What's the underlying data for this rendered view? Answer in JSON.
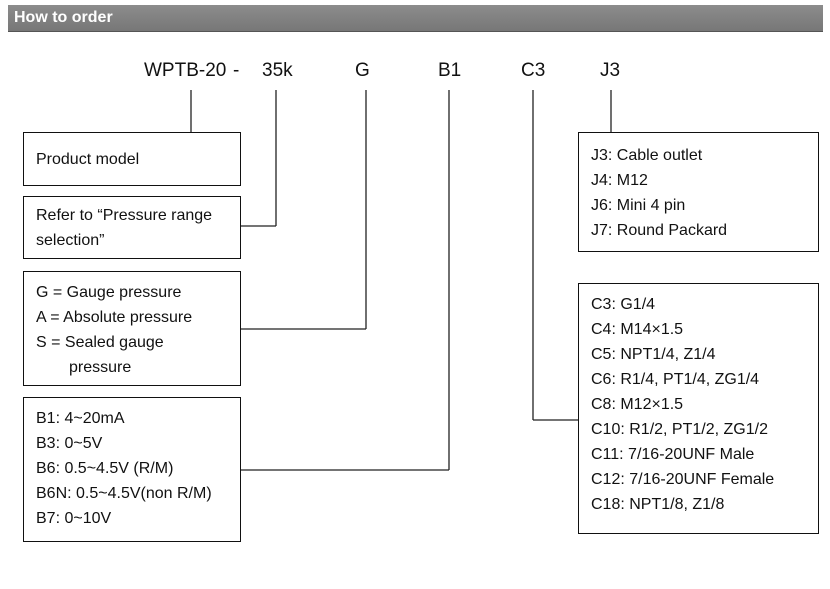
{
  "header": {
    "title": "How to order"
  },
  "code": {
    "model": "WPTB-20",
    "dash": "-",
    "range": "35k",
    "pressure_type": "G",
    "output": "B1",
    "connection": "C3",
    "electrical": "J3"
  },
  "boxes": {
    "product_model": {
      "lines": [
        "Product model"
      ]
    },
    "range_ref": {
      "lines": [
        "Refer to “Pressure range",
        "selection”"
      ]
    },
    "pressure_type": {
      "lines": [
        "G = Gauge pressure",
        "A = Absolute pressure",
        "S = Sealed gauge",
        "pressure"
      ]
    },
    "output": {
      "lines": [
        "B1: 4~20mA",
        "B3: 0~5V",
        "B6: 0.5~4.5V (R/M)",
        "B6N: 0.5~4.5V(non R/M)",
        "B7: 0~10V"
      ]
    },
    "electrical": {
      "lines": [
        "J3: Cable outlet",
        "J4: M12",
        "J6: Mini 4 pin",
        "J7: Round Packard"
      ]
    },
    "connection": {
      "lines": [
        "C3: G1/4",
        "C4: M14×1.5",
        "C5: NPT1/4, Z1/4",
        "C6: R1/4, PT1/4, ZG1/4",
        "C8: M12×1.5",
        "C10: R1/2, PT1/2, ZG1/2",
        "C11: 7/16-20UNF Male",
        "C12: 7/16-20UNF Female",
        "C18: NPT1/8, Z1/8"
      ]
    }
  }
}
